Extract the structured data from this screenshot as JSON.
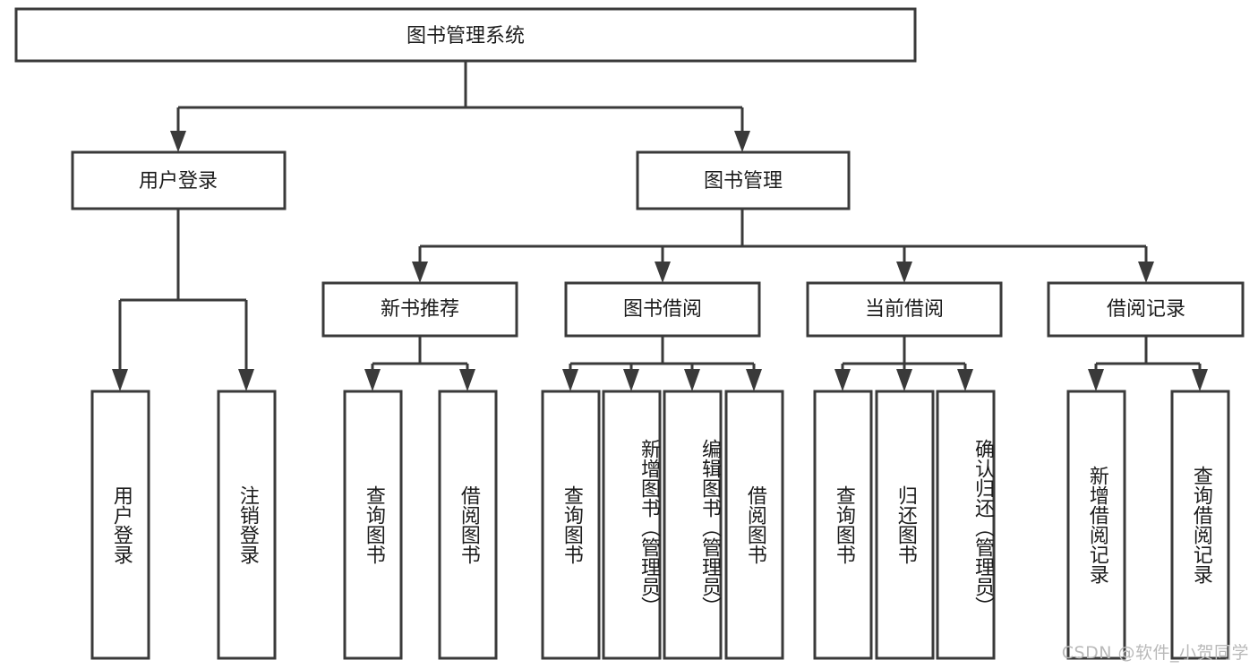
{
  "diagram": {
    "title": "图书管理系统",
    "type": "hierarchical-tree",
    "root": {
      "label": "图书管理系统"
    },
    "level2": [
      {
        "label": "用户登录"
      },
      {
        "label": "图书管理"
      }
    ],
    "level3": [
      {
        "label": "新书推荐"
      },
      {
        "label": "图书借阅"
      },
      {
        "label": "当前借阅"
      },
      {
        "label": "借阅记录"
      }
    ],
    "leaves": {
      "user_login": [
        "用户登录",
        "注销登录"
      ],
      "new_book_recommend": [
        "查询图书",
        "借阅图书"
      ],
      "book_borrow": [
        "查询图书",
        "新增图书（管理员）",
        "编辑图书（管理员）",
        "借阅图书"
      ],
      "current_borrow": [
        "查询图书",
        "归还图书",
        "确认归还（管理员）"
      ],
      "borrow_record": [
        "新增借阅记录",
        "查询借阅记录"
      ]
    },
    "colors": {
      "stroke": "#3a3a3a",
      "fill": "#ffffff",
      "text": "#1c1c1c",
      "watermark": "#b9b9b9"
    }
  },
  "watermark": {
    "text": "CSDN @软件_小贺同学"
  }
}
